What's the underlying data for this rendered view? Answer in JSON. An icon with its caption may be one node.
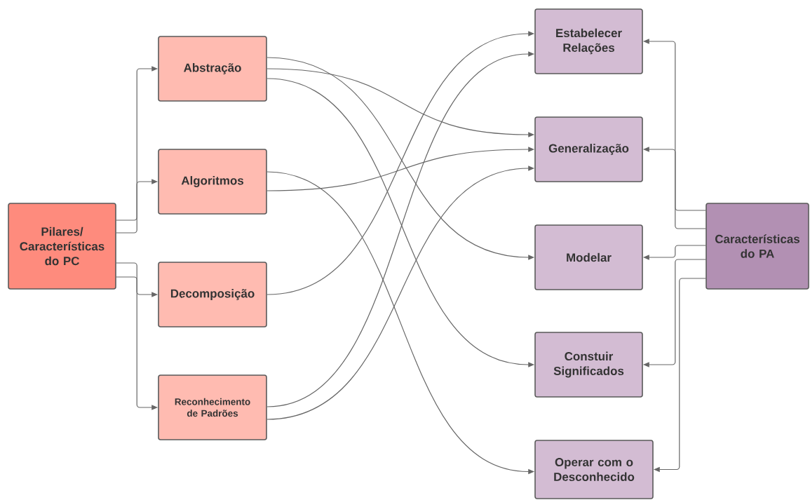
{
  "diagram": {
    "nodes": [
      {
        "text": [
          "Pilares/ Características do PC"
        ]
      },
      {
        "text": [
          "Abstração"
        ]
      },
      {
        "text": [
          "Algoritmos"
        ]
      },
      {
        "text": [
          "Decomposição"
        ]
      },
      {
        "text": [
          "Reconhecimento de Padrões"
        ]
      },
      {
        "text": [
          "Estabelecer Relações"
        ]
      },
      {
        "text": [
          "Generalização"
        ]
      },
      {
        "text": [
          "Modelar"
        ]
      },
      {
        "text": [
          "Constuir Significados"
        ]
      },
      {
        "text": [
          "Operar com o Desconhecido"
        ]
      },
      {
        "text": [
          "Características do PA"
        ]
      }
    ],
    "edges": [
      {
        "from": 0,
        "to": 1,
        "arrow": "to"
      },
      {
        "from": 0,
        "to": 2,
        "arrow": "to"
      },
      {
        "from": 0,
        "to": 3,
        "arrow": "to"
      },
      {
        "from": 0,
        "to": 4,
        "arrow": "to"
      },
      {
        "from": 1,
        "to": 6,
        "arrow": "to"
      },
      {
        "from": 1,
        "to": 7,
        "arrow": "to"
      },
      {
        "from": 1,
        "to": 8,
        "arrow": "to"
      },
      {
        "from": 2,
        "to": 6,
        "arrow": "to"
      },
      {
        "from": 2,
        "to": 9,
        "arrow": "to"
      },
      {
        "from": 3,
        "to": 5,
        "arrow": "to"
      },
      {
        "from": 4,
        "to": 5,
        "arrow": "to"
      },
      {
        "from": 4,
        "to": 6,
        "arrow": "to"
      },
      {
        "from": 10,
        "to": 5,
        "arrow": "to"
      },
      {
        "from": 10,
        "to": 6,
        "arrow": "to"
      },
      {
        "from": 10,
        "to": 7,
        "arrow": "to"
      },
      {
        "from": 10,
        "to": 8,
        "arrow": "to"
      },
      {
        "from": 10,
        "to": 9,
        "arrow": "to"
      }
    ]
  }
}
